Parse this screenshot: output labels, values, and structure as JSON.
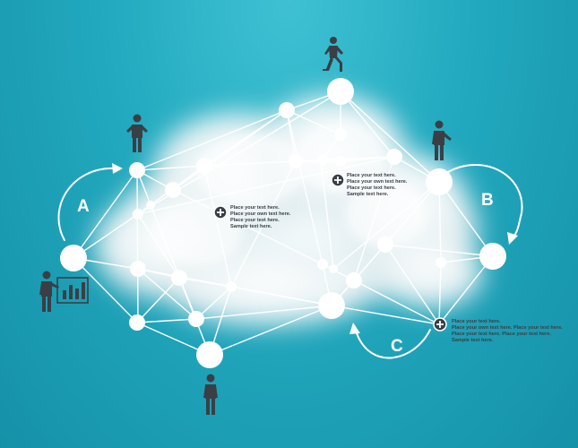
{
  "diagram": {
    "arrows": [
      {
        "label": "A"
      },
      {
        "label": "B"
      },
      {
        "label": "C"
      }
    ],
    "notes": [
      {
        "lines": [
          "Place your text here.",
          "Place your own text here.",
          "Place your text here.",
          "Sample text here."
        ]
      },
      {
        "lines": [
          "Place your text here.",
          "Place your own text here.",
          "Place your text here.",
          "Sample text here."
        ]
      },
      {
        "lines": [
          "Place your text here.",
          "Place your own text here. Place your text here.",
          "Place your text here. Place your text here.",
          "Sample text here."
        ]
      }
    ],
    "people": [
      {
        "name": "walking-person-icon"
      },
      {
        "name": "standing-person-icon"
      },
      {
        "name": "pointing-person-icon"
      },
      {
        "name": "presenter-with-chart-icon"
      },
      {
        "name": "standing-person-icon"
      }
    ],
    "colors": {
      "background": "#22a9bf",
      "network": "#ffffff",
      "figures": "#3a3f45"
    }
  }
}
